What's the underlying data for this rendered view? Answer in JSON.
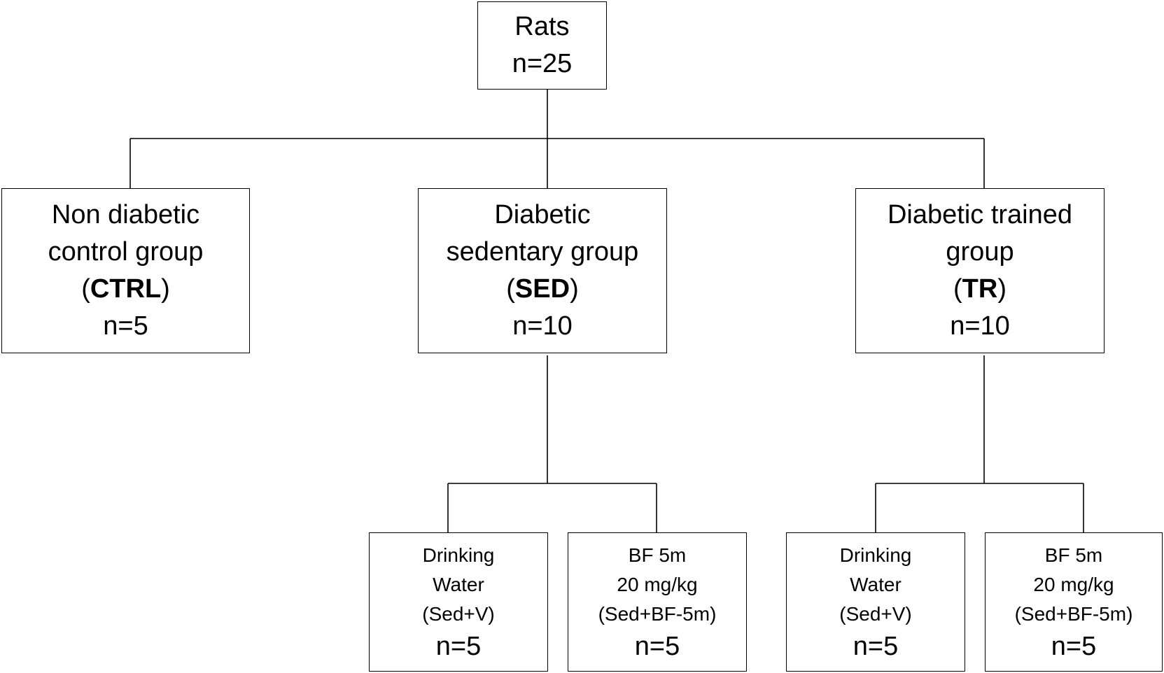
{
  "root": {
    "title": "Rats",
    "count": "n=25"
  },
  "groups": {
    "ctrl": {
      "line1": "Non diabetic",
      "line2": "control group",
      "abbr_open": "(",
      "abbr": "CTRL",
      "abbr_close": ")",
      "count": "n=5"
    },
    "sed": {
      "line1": "Diabetic",
      "line2": "sedentary group",
      "abbr_open": "(",
      "abbr": "SED",
      "abbr_close": ")",
      "count": "n=10"
    },
    "tr": {
      "line1": "Diabetic trained",
      "line2": "group",
      "abbr_open": "(",
      "abbr": "TR",
      "abbr_close": ")",
      "count": "n=10"
    }
  },
  "subgroups": {
    "sed_water": {
      "line1": "Drinking",
      "line2": "Water",
      "line3": "(Sed+V)",
      "count": "n=5"
    },
    "sed_bf": {
      "line1": "BF 5m",
      "line2": "20 mg/kg",
      "line3": "(Sed+BF-5m)",
      "count": "n=5"
    },
    "tr_water": {
      "line1": "Drinking",
      "line2": "Water",
      "line3": "(Sed+V)",
      "count": "n=5"
    },
    "tr_bf": {
      "line1": "BF 5m",
      "line2": "20 mg/kg",
      "line3": "(Sed+BF-5m)",
      "count": "n=5"
    }
  },
  "colors": {
    "line": "#000000",
    "box_border": "#000000",
    "background": "#ffffff"
  }
}
